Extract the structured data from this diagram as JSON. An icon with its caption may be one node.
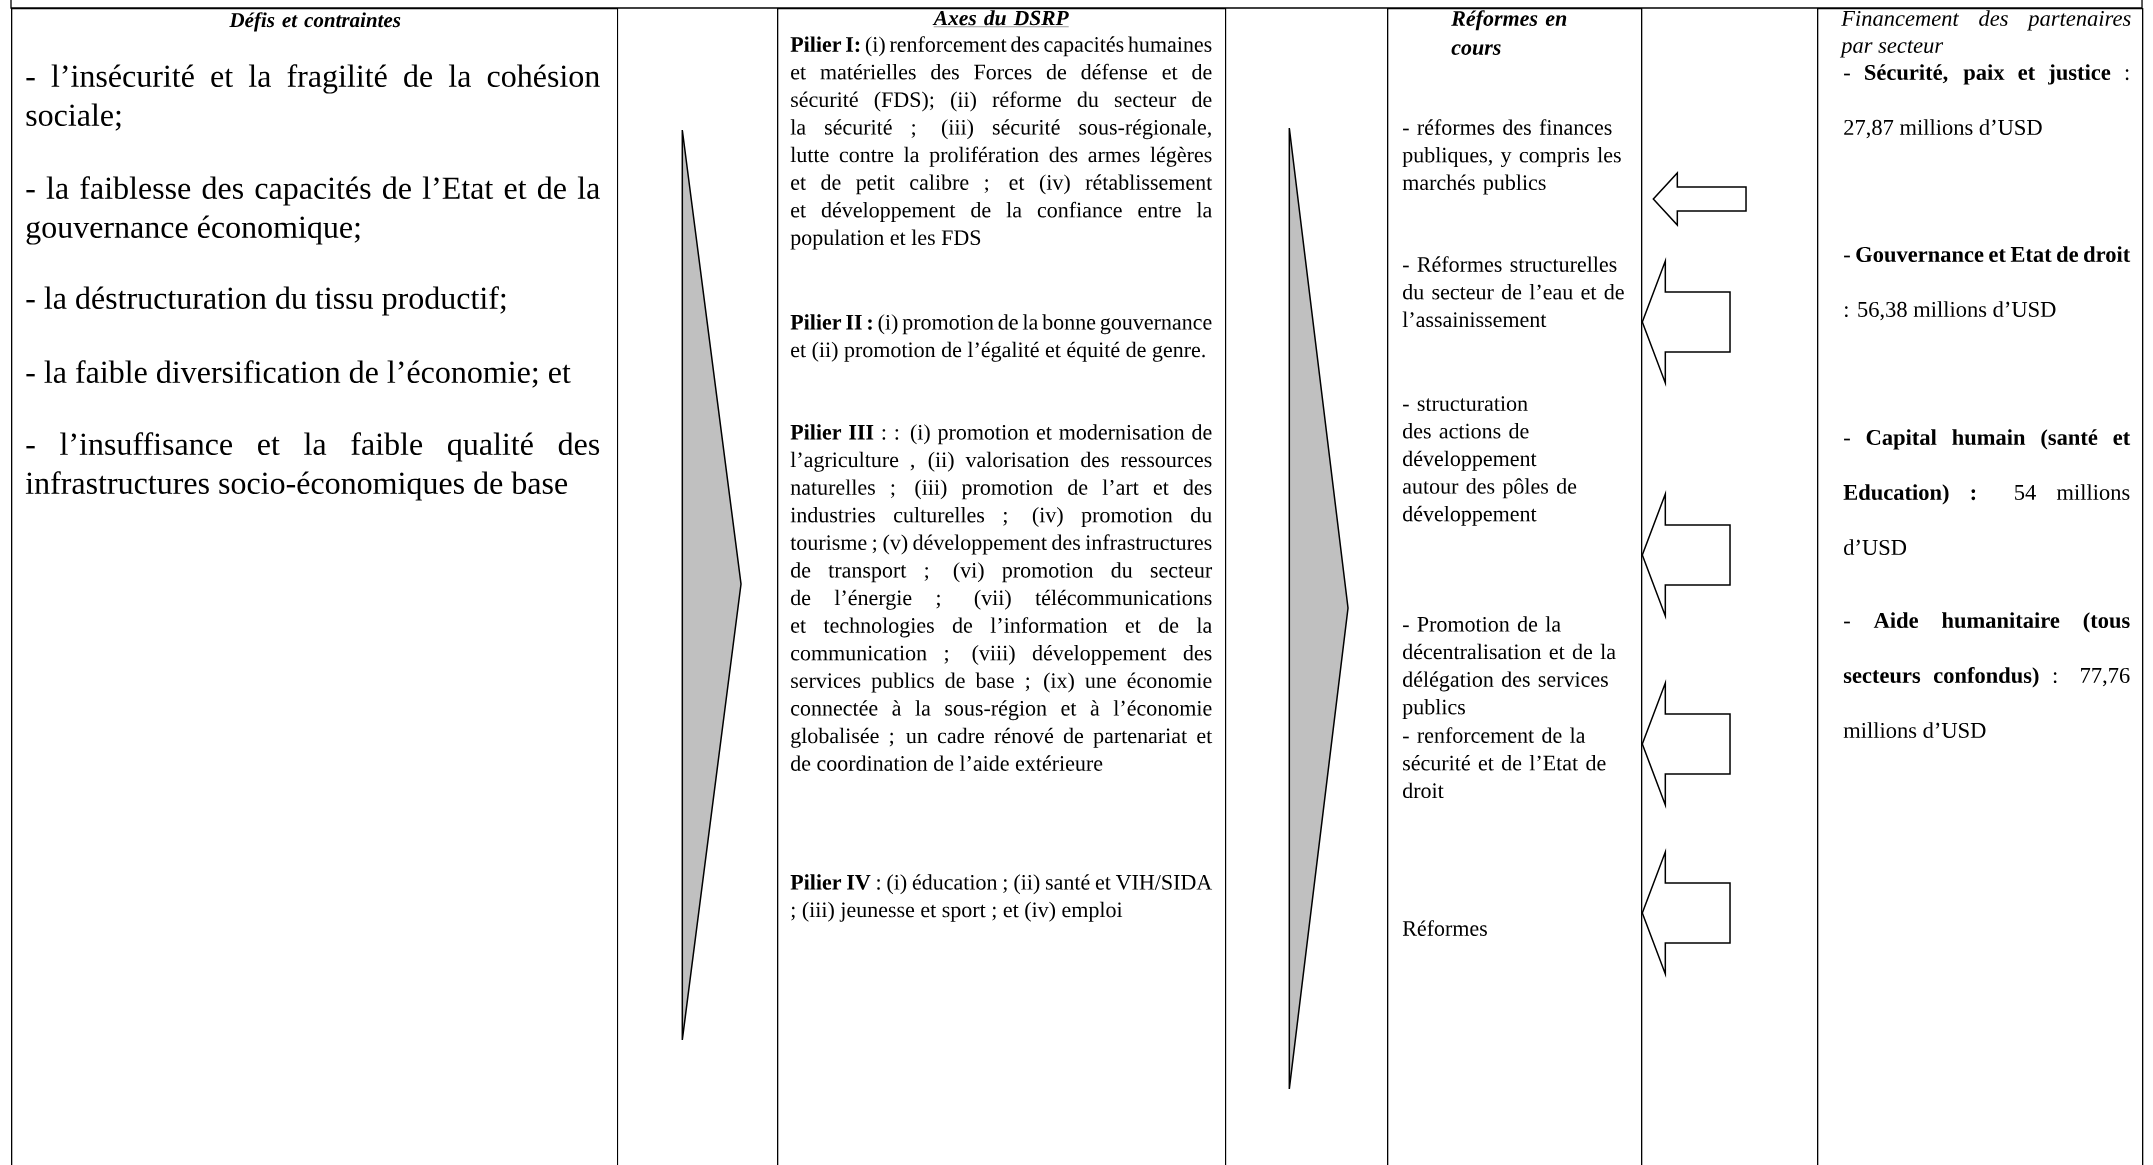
{
  "diagram": {
    "nodes": [
      {
        "text": [
          "Défis et contraintes",
          "- l’insécurité et la fragilité de la cohésion sociale;",
          "- la faiblesse des capacités de l’Etat et de la gouvernance économique;",
          "- la déstructuration du tissu productif;",
          "- la faible diversification de l’économie; et",
          "- l’insuffisance et la faible qualité des infrastructures socio-économiques de base"
        ]
      },
      {
        "text": [
          "Axes du DSRP",
          "**Pilier I:** (i) renforcement des capacités humaines et matérielles des Forces de défense et de sécurité (FDS); (ii) réforme du secteur de la sécurité ; (iii) sécurité sous-régionale, lutte contre la prolifération des armes légères et de petit calibre ; et (iv) rétablissement et développement de la confiance entre la population et les FDS",
          "**Pilier II :** (i) promotion de la bonne gouvernance et (ii) promotion de l’égalité et équité de genre.",
          "**Pilier III** : : (i) promotion et modernisation de l’agriculture , (ii) valorisation des ressources naturelles ; (iii) promotion de l’art et des industries culturelles ; (iv) promotion du tourisme ; (v) développement des infrastructures de transport ; (vi) promotion du secteur de l’énergie ; (vii) télécommunications et technologies de l’information et de la communication ; (viii) développement des services publics de base ; (ix) une économie connectée à la sous-région et à l’économie globalisée ; un cadre rénové de partenariat et de coordination de l’aide extérieure",
          "**Pilier IV** : (i) éducation ; (ii) santé et VIH/SIDA ; (iii) jeunesse et sport ; et (iv) emploi"
        ]
      },
      {
        "text": [
          "Réformes en cours",
          "- réformes des finances publiques, y compris les marchés publics",
          "- Réformes structurelles du secteur de l’eau et de l’assainissement",
          "- structuration des actions de développement autour des pôles de développement",
          "- Promotion de la décentralisation et de la délégation des services publics",
          "- renforcement de la sécurité et de l’Etat de droit",
          "Réformes"
        ]
      },
      {
        "text": [
          "Financement des partenaires par secteur",
          "- **Sécurité, paix et justice** : 27,87 millions d’USD",
          "- **Gouvernance et Etat de droit** : 56,38 millions d’USD",
          "- **Capital humain (santé et Education) :** 54 millions d’USD",
          "- **Aide humanitaire (tous secteurs confondus)** : 77,76 millions d’USD"
        ]
      }
    ],
    "edges": [
      {
        "from": 0,
        "to": 1,
        "arrow": "to",
        "color": "#c0c0c0"
      },
      {
        "from": 1,
        "to": 2,
        "arrow": "to",
        "color": "#c0c0c0"
      },
      {
        "from": 3,
        "to": 2,
        "arrow": "to"
      },
      {
        "from": 3,
        "to": 2,
        "arrow": "to"
      },
      {
        "from": 3,
        "to": 2,
        "arrow": "to"
      },
      {
        "from": 3,
        "to": 2,
        "arrow": "to"
      },
      {
        "from": 3,
        "to": 2,
        "arrow": "to"
      }
    ]
  }
}
